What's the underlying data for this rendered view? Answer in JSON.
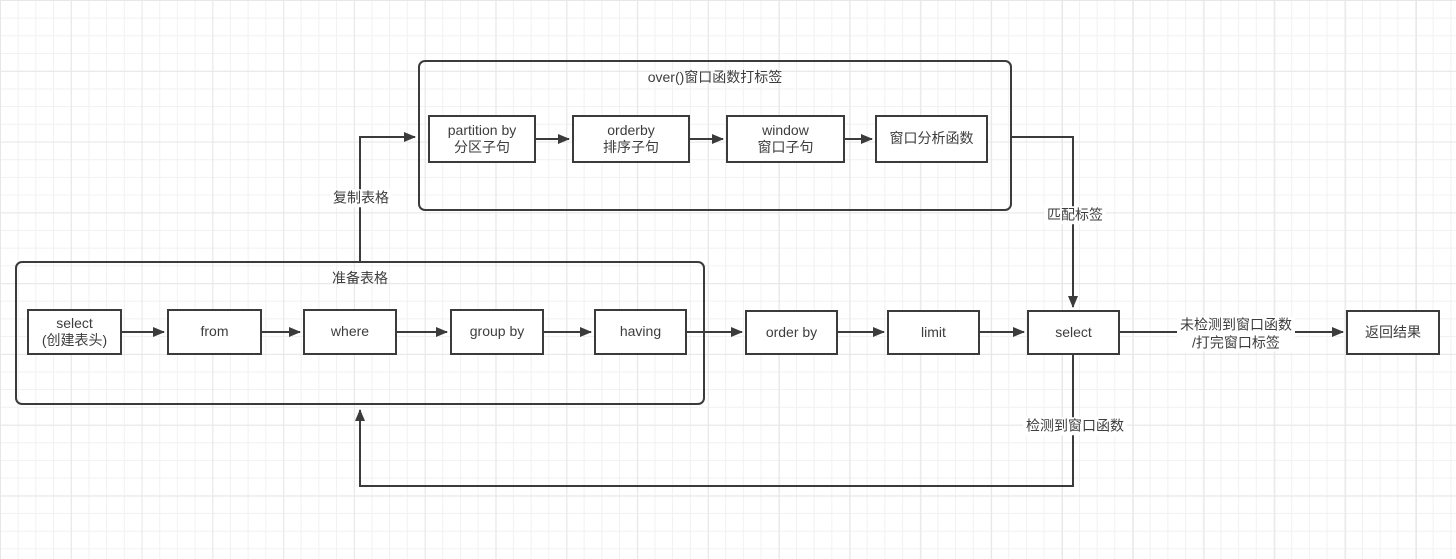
{
  "colors": {
    "background": "#ffffff",
    "grid_minor": "#f1f1f1",
    "grid_major": "#e7e7e7",
    "shape_border": "#3b3b3b",
    "text": "#3d3d3d"
  },
  "over_group": {
    "title": "over()窗口函数打标签",
    "nodes": [
      {
        "line1": "partition by",
        "line2": "分区子句"
      },
      {
        "line1": "orderby",
        "line2": "排序子句"
      },
      {
        "line1": "window",
        "line2": "窗口子句"
      },
      {
        "line1": "窗口分析函数",
        "line2": ""
      }
    ]
  },
  "prepare_group": {
    "title": "准备表格",
    "nodes": [
      {
        "line1": "select",
        "line2": "(创建表头)"
      },
      {
        "line1": "from",
        "line2": ""
      },
      {
        "line1": "where",
        "line2": ""
      },
      {
        "line1": "group by",
        "line2": ""
      },
      {
        "line1": "having",
        "line2": ""
      }
    ]
  },
  "flow_nodes": [
    {
      "label": "order by"
    },
    {
      "label": "limit"
    },
    {
      "label": "select"
    },
    {
      "label": "返回结果"
    }
  ],
  "edge_labels": {
    "copy_table": "复制表格",
    "match_tag": "匹配标签",
    "window_detected": "检测到窗口函数",
    "no_window_line1": "未检测到窗口函数",
    "no_window_line2": "/打完窗口标签"
  }
}
